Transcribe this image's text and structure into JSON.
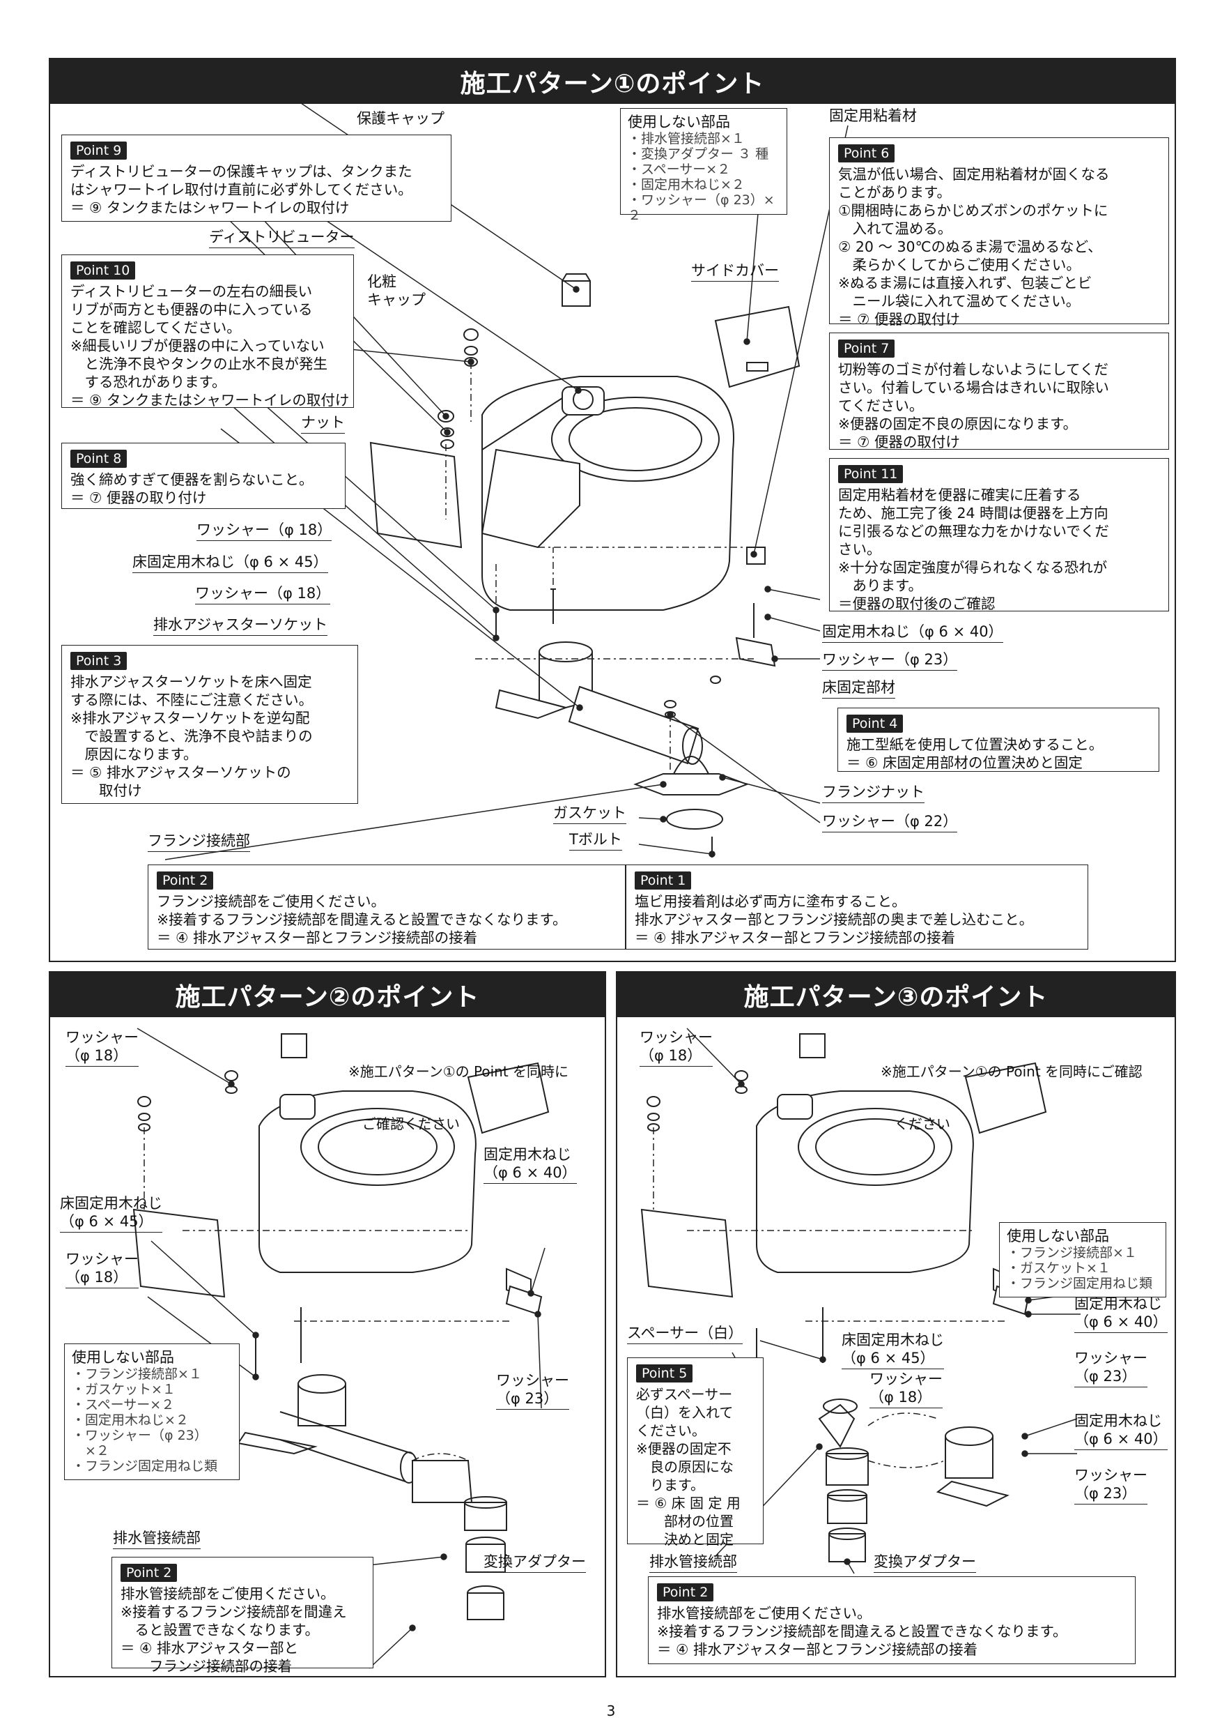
{
  "page_number": "3",
  "panel1": {
    "title": "施工パターン①のポイント",
    "labels": {
      "protect_cap": "保護キャップ",
      "distributor": "ディストリビューター",
      "cosmetic_cap": "化粧\nキャップ",
      "nut": "ナット",
      "washer18a": "ワッシャー（φ 18）",
      "floor_screw45": "床固定用木ねじ（φ 6 × 45）",
      "washer18b": "ワッシャー（φ 18）",
      "drain_socket": "排水アジャスターソケット",
      "flange_conn": "フランジ接続部",
      "gasket": "ガスケット",
      "tbolt": "Tボルト",
      "flange_nut": "フランジナット",
      "washer22": "ワッシャー（φ 22）",
      "floor_member": "床固定部材",
      "washer23": "ワッシャー（φ 23）",
      "fix_screw40": "固定用木ねじ（φ 6 × 40）",
      "side_cover": "サイドカバー",
      "adhesive": "固定用粘着材"
    },
    "unused": {
      "heading": "使用しない部品",
      "items": [
        "・排水管接続部×１",
        "・変換アダプター ３ 種",
        "・スペーサー×２",
        "・固定用木ねじ×２",
        "・ワッシャー（φ 23）×２"
      ]
    },
    "point9": {
      "tag": "Point 9",
      "lines": [
        "ディストリビューターの保護キャップは、タンクまた",
        "はシャワートイレ取付け直前に必ず外してください。",
        "＝ ⑨ タンクまたはシャワートイレの取付け"
      ]
    },
    "point10": {
      "tag": "Point 10",
      "lines": [
        "ディストリビューターの左右の細長い",
        "リブが両方とも便器の中に入っている",
        "ことを確認してください。",
        "※細長いリブが便器の中に入っていない",
        "　と洗浄不良やタンクの止水不良が発生",
        "　する恐れがあります。",
        "＝ ⑨ タンクまたはシャワートイレの取付け"
      ]
    },
    "point8": {
      "tag": "Point 8",
      "lines": [
        "強く締めすぎて便器を割らないこと。",
        "＝ ⑦ 便器の取り付け"
      ]
    },
    "point3": {
      "tag": "Point 3",
      "lines": [
        "排水アジャスターソケットを床へ固定",
        "する際には、不陸にご注意ください。",
        "※排水アジャスターソケットを逆勾配",
        "　で設置すると、洗浄不良や詰まりの",
        "　原因になります。",
        "＝ ⑤ 排水アジャスターソケットの",
        "　　取付け"
      ]
    },
    "point6": {
      "tag": "Point 6",
      "lines": [
        "気温が低い場合、固定用粘着材が固くなる",
        "ことがあります。",
        "①開梱時にあらかじめズボンのポケットに",
        "　入れて温める。",
        "② 20 ～ 30℃のぬるま湯で温めるなど、",
        "　柔らかくしてからご使用ください。",
        "※ぬるま湯には直接入れず、包装ごとビ",
        "　ニール袋に入れて温めてください。",
        "＝ ⑦ 便器の取付け"
      ]
    },
    "point7": {
      "tag": "Point 7",
      "lines": [
        "切粉等のゴミが付着しないようにしてくだ",
        "さい。付着している場合はきれいに取除い",
        "てください。",
        "※便器の固定不良の原因になります。",
        "＝ ⑦ 便器の取付け"
      ]
    },
    "point11": {
      "tag": "Point 11",
      "lines": [
        "固定用粘着材を便器に確実に圧着する",
        "ため、施工完了後 24 時間は便器を上方向",
        "に引張るなどの無理な力をかけないでくだ",
        "さい。",
        "※十分な固定強度が得られなくなる恐れが",
        "　あります。",
        "＝便器の取付後のご確認"
      ]
    },
    "point4": {
      "tag": "Point 4",
      "lines": [
        "施工型紙を使用して位置決めすること。",
        "＝ ⑥ 床固定用部材の位置決めと固定"
      ]
    },
    "point2": {
      "tag": "Point 2",
      "lines": [
        "フランジ接続部をご使用ください。",
        "※接着するフランジ接続部を間違えると設置できなくなります。",
        "＝ ④ 排水アジャスター部とフランジ接続部の接着"
      ]
    },
    "point1": {
      "tag": "Point 1",
      "lines": [
        "塩ビ用接着剤は必ず両方に塗布すること。",
        "排水アジャスター部とフランジ接続部の奥まで差し込むこと。",
        "＝ ④ 排水アジャスター部とフランジ接続部の接着"
      ]
    }
  },
  "panel2": {
    "title": "施工パターン②のポイント",
    "note": [
      "※施工パターン①の Point を同時に",
      "　ご確認ください"
    ],
    "labels": {
      "washer18a": "ワッシャー\n（φ 18）",
      "floor_screw45": "床固定用木ねじ\n（φ 6 × 45）",
      "washer18b": "ワッシャー\n（φ 18）",
      "fix_screw40": "固定用木ねじ\n（φ 6 × 40）",
      "washer23": "ワッシャー\n（φ 23）",
      "drain_pipe": "排水管接続部",
      "adapter": "変換アダプター"
    },
    "unused": {
      "heading": "使用しない部品",
      "items": [
        "・フランジ接続部×１",
        "・ガスケット×１",
        "・スペーサー×２",
        "・固定用木ねじ×２",
        "・ワッシャー（φ 23）",
        "　×２",
        "・フランジ固定用ねじ類"
      ]
    },
    "point2": {
      "tag": "Point 2",
      "lines": [
        "排水管接続部をご使用ください。",
        "※接着するフランジ接続部を間違え",
        "　ると設置できなくなります。",
        "＝ ④ 排水アジャスター部と",
        "　　フランジ接続部の接着"
      ]
    }
  },
  "panel3": {
    "title": "施工パターン③のポイント",
    "note": [
      "※施工パターン①の Point を同時にご確認",
      "　ください"
    ],
    "labels": {
      "washer18a": "ワッシャー\n（φ 18）",
      "spacer": "スペーサー（白）",
      "floor_screw45": "床固定用木ねじ\n（φ 6 × 45）",
      "washer18b": "ワッシャー\n（φ 18）",
      "fix_screw40a": "固定用木ねじ\n（φ 6 × 40）",
      "washer23a": "ワッシャー\n（φ 23）",
      "fix_screw40b": "固定用木ねじ\n（φ 6 × 40）",
      "washer23b": "ワッシャー\n（φ 23）",
      "drain_pipe": "排水管接続部",
      "adapter": "変換アダプター"
    },
    "unused": {
      "heading": "使用しない部品",
      "items": [
        "・フランジ接続部×１",
        "・ガスケット×１",
        "・フランジ固定用ねじ類"
      ]
    },
    "point5": {
      "tag": "Point 5",
      "lines": [
        "必ずスペーサー",
        "（白）を入れて",
        "ください。",
        "※便器の固定不",
        "　良の原因にな",
        "　ります。",
        "＝ ⑥ 床 固 定 用",
        "　　部材の位置",
        "　　決めと固定"
      ]
    },
    "point2": {
      "tag": "Point 2",
      "lines": [
        "排水管接続部をご使用ください。",
        "※接着するフランジ接続部を間違えると設置できなくなります。",
        "＝ ④ 排水アジャスター部とフランジ接続部の接着"
      ]
    }
  }
}
